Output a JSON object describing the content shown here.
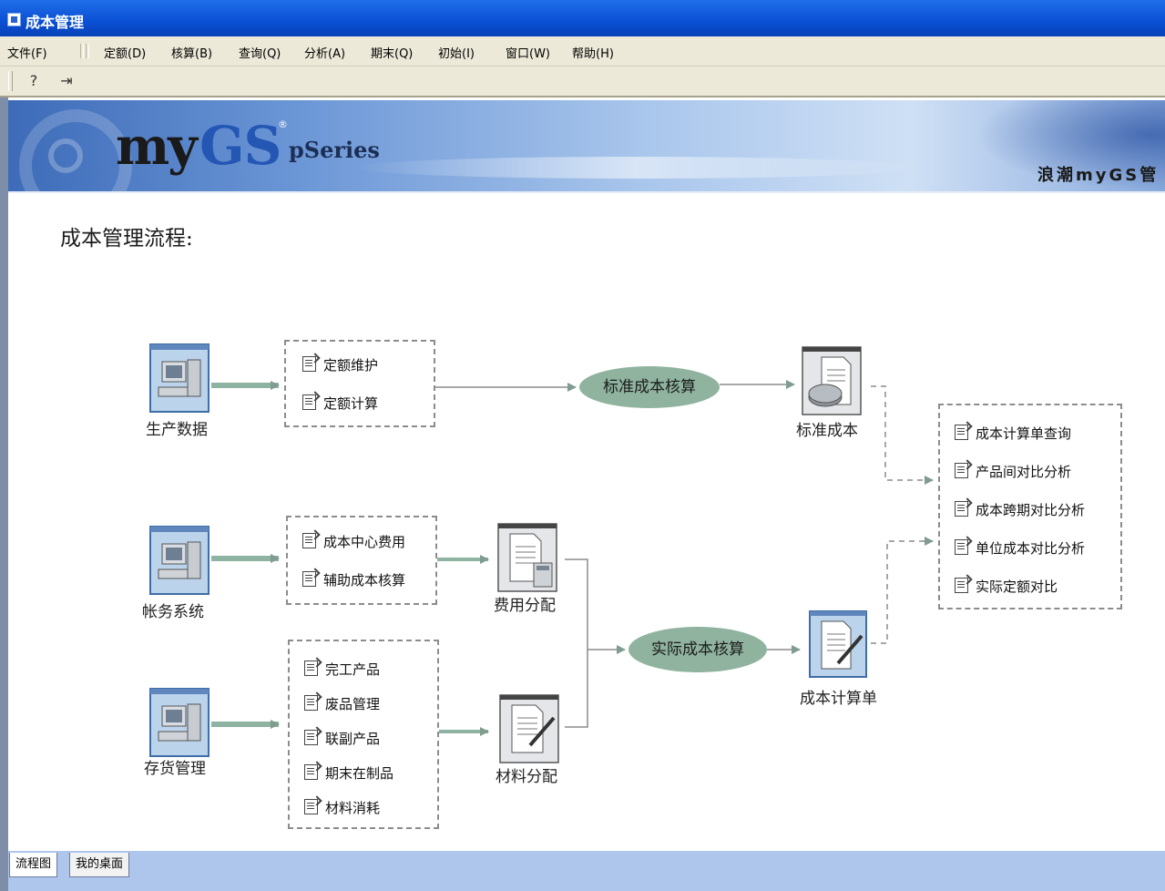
{
  "window": {
    "title": "成本管理"
  },
  "menu": [
    "文件(F)",
    "定额(D)",
    "核算(B)",
    "查询(Q)",
    "分析(A)",
    "期末(Q)",
    "初始(I)",
    "窗口(W)",
    "帮助(H)"
  ],
  "toolbar": {
    "help_glyph": "?",
    "exit_glyph": "⇥"
  },
  "banner": {
    "logo_my": "my",
    "logo_gs": "GS",
    "logo_reg": "®",
    "logo_series": "pSeries",
    "right_text": "浪潮myGS管"
  },
  "flow_title": "成本管理流程:",
  "sources": [
    {
      "label": "生产数据"
    },
    {
      "label": "帐务系统"
    },
    {
      "label": "存货管理"
    }
  ],
  "boxes": {
    "quota": [
      "定额维护",
      "定额计算"
    ],
    "expense": [
      "成本中心费用",
      "辅助成本核算"
    ],
    "inventory": [
      "完工产品",
      "废品管理",
      "联副产品",
      "期末在制品",
      "材料消耗"
    ],
    "reports": [
      "成本计算单查询",
      "产品间对比分析",
      "成本跨期对比分析",
      "单位成本对比分析",
      "实际定额对比"
    ]
  },
  "processes": {
    "standard": "标准成本核算",
    "actual": "实际成本核算"
  },
  "docs": {
    "standard_cost": "标准成本",
    "expense_alloc": "费用分配",
    "material_alloc": "材料分配",
    "cost_sheet": "成本计算单"
  },
  "tabs": [
    "流程图",
    "我的桌面"
  ]
}
